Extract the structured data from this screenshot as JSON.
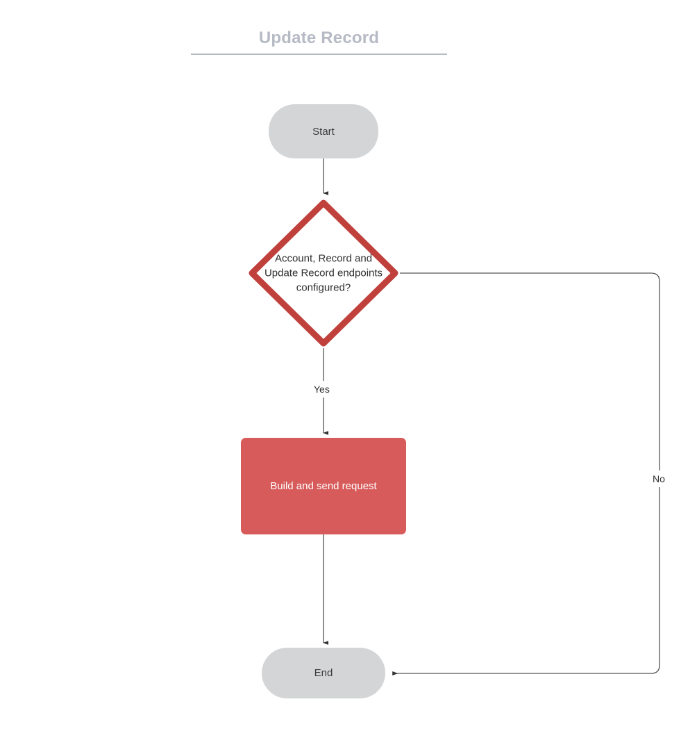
{
  "diagram": {
    "title": "Update Record",
    "type": "flowchart",
    "nodes": [
      {
        "id": "start",
        "shape": "terminator",
        "label": "Start",
        "fill": "#d4d5d7",
        "text_color": "#3b3b3b"
      },
      {
        "id": "decision",
        "shape": "diamond",
        "label": "Account, Record and\nUpdate Record endpoints\nconfigured?",
        "fill": "#ffffff",
        "stroke": "#c0403c",
        "text_color": "#2f2f2f"
      },
      {
        "id": "process",
        "shape": "rectangle",
        "label": "Build and send request",
        "fill": "#d85b5b",
        "text_color": "#ffffff"
      },
      {
        "id": "end",
        "shape": "terminator",
        "label": "End",
        "fill": "#d4d5d7",
        "text_color": "#3b3b3b"
      }
    ],
    "edges": [
      {
        "from": "start",
        "to": "decision",
        "label": ""
      },
      {
        "from": "decision",
        "to": "process",
        "label": "Yes"
      },
      {
        "from": "process",
        "to": "end",
        "label": ""
      },
      {
        "from": "decision",
        "to": "end",
        "label": "No"
      }
    ],
    "edge_labels": {
      "yes": "Yes",
      "no": "No"
    },
    "colors": {
      "title": "#b6bac4",
      "terminator_fill": "#d4d5d7",
      "process_fill": "#d85b5b",
      "decision_stroke": "#c0403c",
      "connector": "#444444"
    }
  }
}
